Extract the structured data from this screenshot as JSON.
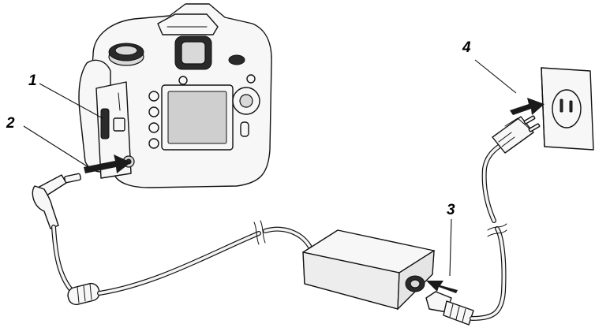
{
  "callouts": {
    "c1": "1",
    "c2": "2",
    "c3": "3",
    "c4": "4"
  },
  "colors": {
    "ink": "#111111",
    "arrow": "#1a1a1a",
    "background": "#ffffff"
  }
}
